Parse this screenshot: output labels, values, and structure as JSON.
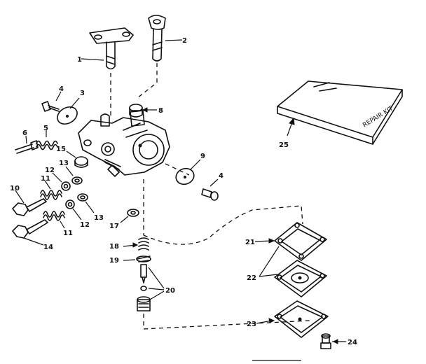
{
  "callouts": {
    "c1": "1",
    "c2": "2",
    "c3": "3",
    "c4a": "4",
    "c4b": "4",
    "c5": "5",
    "c6": "6",
    "c8": "8",
    "c9": "9",
    "c10": "10",
    "c11a": "11",
    "c11b": "11",
    "c12a": "12",
    "c12b": "12",
    "c13a": "13",
    "c13b": "13",
    "c14": "14",
    "c15": "15",
    "c17": "17",
    "c18": "18",
    "c19": "19",
    "c20": "20",
    "c21": "21",
    "c22": "22",
    "c23": "23",
    "c24": "24",
    "c25": "25"
  },
  "repair_kit_label": "REPAIR KIT"
}
